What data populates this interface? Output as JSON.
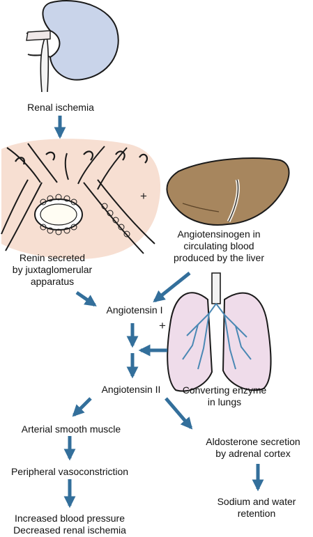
{
  "labels": {
    "renal_ischemia": "Renal ischemia",
    "plus": "+",
    "angiotensinogen": [
      "Angiotensinogen in",
      "circulating blood",
      "produced by the liver"
    ],
    "renin": [
      "Renin secreted",
      "by juxtaglomerular",
      "apparatus"
    ],
    "angiotensin_1": "Angiotensin I",
    "converting_enzyme": [
      "Converting enzyme",
      "in lungs"
    ],
    "angiotensin_2": "Angiotensin II",
    "arterial_smooth_muscle": "Arterial smooth muscle",
    "peripheral_vasoconstriction": "Peripheral vasoconstriction",
    "outcome": [
      "Increased blood pressure",
      "Decreased renal ischemia"
    ],
    "aldosterone": [
      "Aldosterone secretion",
      "by adrenal cortex"
    ],
    "sodium_water": [
      "Sodium and water",
      "retention"
    ]
  },
  "colors": {
    "arrow": "#336f9b",
    "kidney": "#c9d4ea",
    "liver": "#a7865e",
    "lung": "#efdcea",
    "bronchi": "#4a88b4",
    "renin_tissue": "#f7dfd2"
  },
  "icons": [
    "kidney-illustration",
    "juxtaglomerular-apparatus-illustration",
    "liver-illustration",
    "lungs-illustration"
  ]
}
